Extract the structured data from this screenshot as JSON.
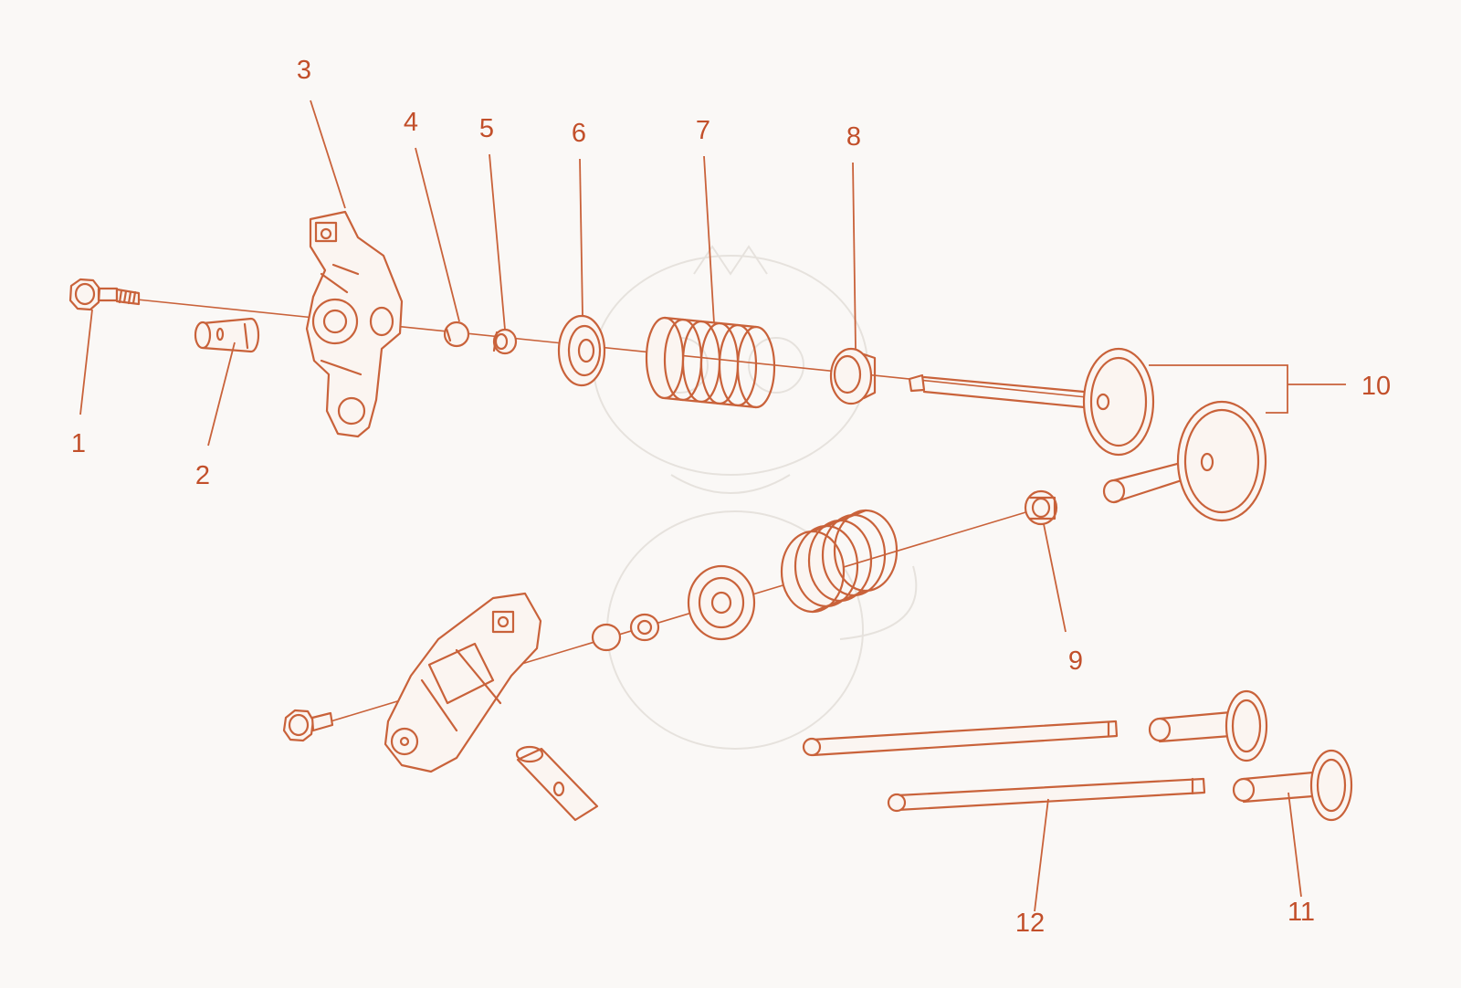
{
  "diagram": {
    "callouts": {
      "c1": "1",
      "c2": "2",
      "c3": "3",
      "c4": "4",
      "c5": "5",
      "c6": "6",
      "c7": "7",
      "c8": "8",
      "c9": "9",
      "c10": "10",
      "c11": "11",
      "c12": "12"
    },
    "colors": {
      "line": "#c9623a",
      "text": "#c24f2a",
      "fill": "#fbf5f1",
      "background": "#faf8f6",
      "watermark": "#e6e2dd"
    }
  }
}
